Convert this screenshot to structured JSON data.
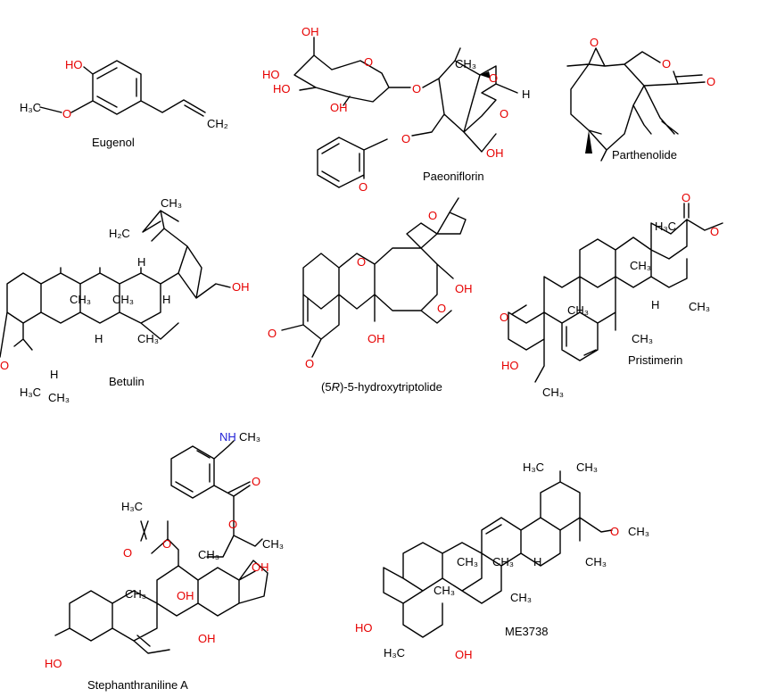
{
  "colors": {
    "bond": "#000000",
    "oxygen": "#e60000",
    "nitrogen": "#1f1fd6"
  },
  "compounds": [
    {
      "name": "Eugenol",
      "labels": {
        "ho": "HO",
        "h3c": "H₃C",
        "o": "O",
        "ch2": "CH₂"
      }
    },
    {
      "name": "Paeoniflorin",
      "labels": {
        "oh1": "OH",
        "ho1": "HO",
        "ho2": "HO",
        "oh2": "OH",
        "o_ring": "O",
        "o_gly": "O",
        "ch3": "CH₃",
        "h": "H",
        "o_a": "O",
        "o_b": "O",
        "oh3": "OH",
        "o_est": "O",
        "o_carb": "O"
      }
    },
    {
      "name": "Parthenolide",
      "labels": {
        "o_ep": "O",
        "o_lac": "O",
        "o_carb": "O"
      }
    },
    {
      "name": "Betulin",
      "labels": {
        "ch3_top": "CH₃",
        "h2c": "H₂C",
        "h_a": "H",
        "h_b": "H",
        "ch3_a": "CH₃",
        "ch3_b": "CH₃",
        "h_c": "H",
        "oh": "OH",
        "ch3_c": "CH₃",
        "o": "O",
        "h_d": "H",
        "h3c": "H₃C",
        "ch3_d": "CH₃"
      }
    },
    {
      "name_prefix": "(5",
      "name_italic": "R",
      "name_suffix": ")-5-hydroxytriptolide",
      "labels": {
        "o_top": "O",
        "o_left": "O",
        "oh": "OH",
        "o_right": "O",
        "o_carb": "O",
        "oh_bottom": "OH",
        "o_ring": "O"
      }
    },
    {
      "name": "Pristimerin",
      "labels": {
        "h3c": "H₃C",
        "o_carb": "O",
        "o_ester": "O",
        "ch3_a": "CH₃",
        "o_ketone": "O",
        "ch3_b": "CH₃",
        "h": "H",
        "ch3_c": "CH₃",
        "ch3_d": "CH₃",
        "ho": "HO",
        "ch3_e": "CH₃"
      }
    },
    {
      "name": "Stephanthraniline A",
      "labels": {
        "nh": "NH",
        "ch3_n": "CH₃",
        "o_carb1": "O",
        "o_est1": "O",
        "h3c": "H₃C",
        "ch3_a": "CH₃",
        "o_carb2": "O",
        "o_est2": "O",
        "ch3_b": "CH₃",
        "oh_a": "OH",
        "ch3_c": "CH₃",
        "oh_b": "OH",
        "oh_c": "OH",
        "ho": "HO"
      }
    },
    {
      "name": "ME3738",
      "labels": {
        "h3c": "H₃C",
        "ch3_top": "CH₃",
        "o": "O",
        "ch3_ome": "CH₃",
        "ch3_a": "CH₃",
        "ch3_b": "CH₃",
        "h": "H",
        "ch3_c": "CH₃",
        "ch3_d": "CH₃",
        "ch3_e": "CH₃",
        "ho": "HO",
        "h3c_b": "H₃C",
        "oh": "OH"
      }
    }
  ]
}
